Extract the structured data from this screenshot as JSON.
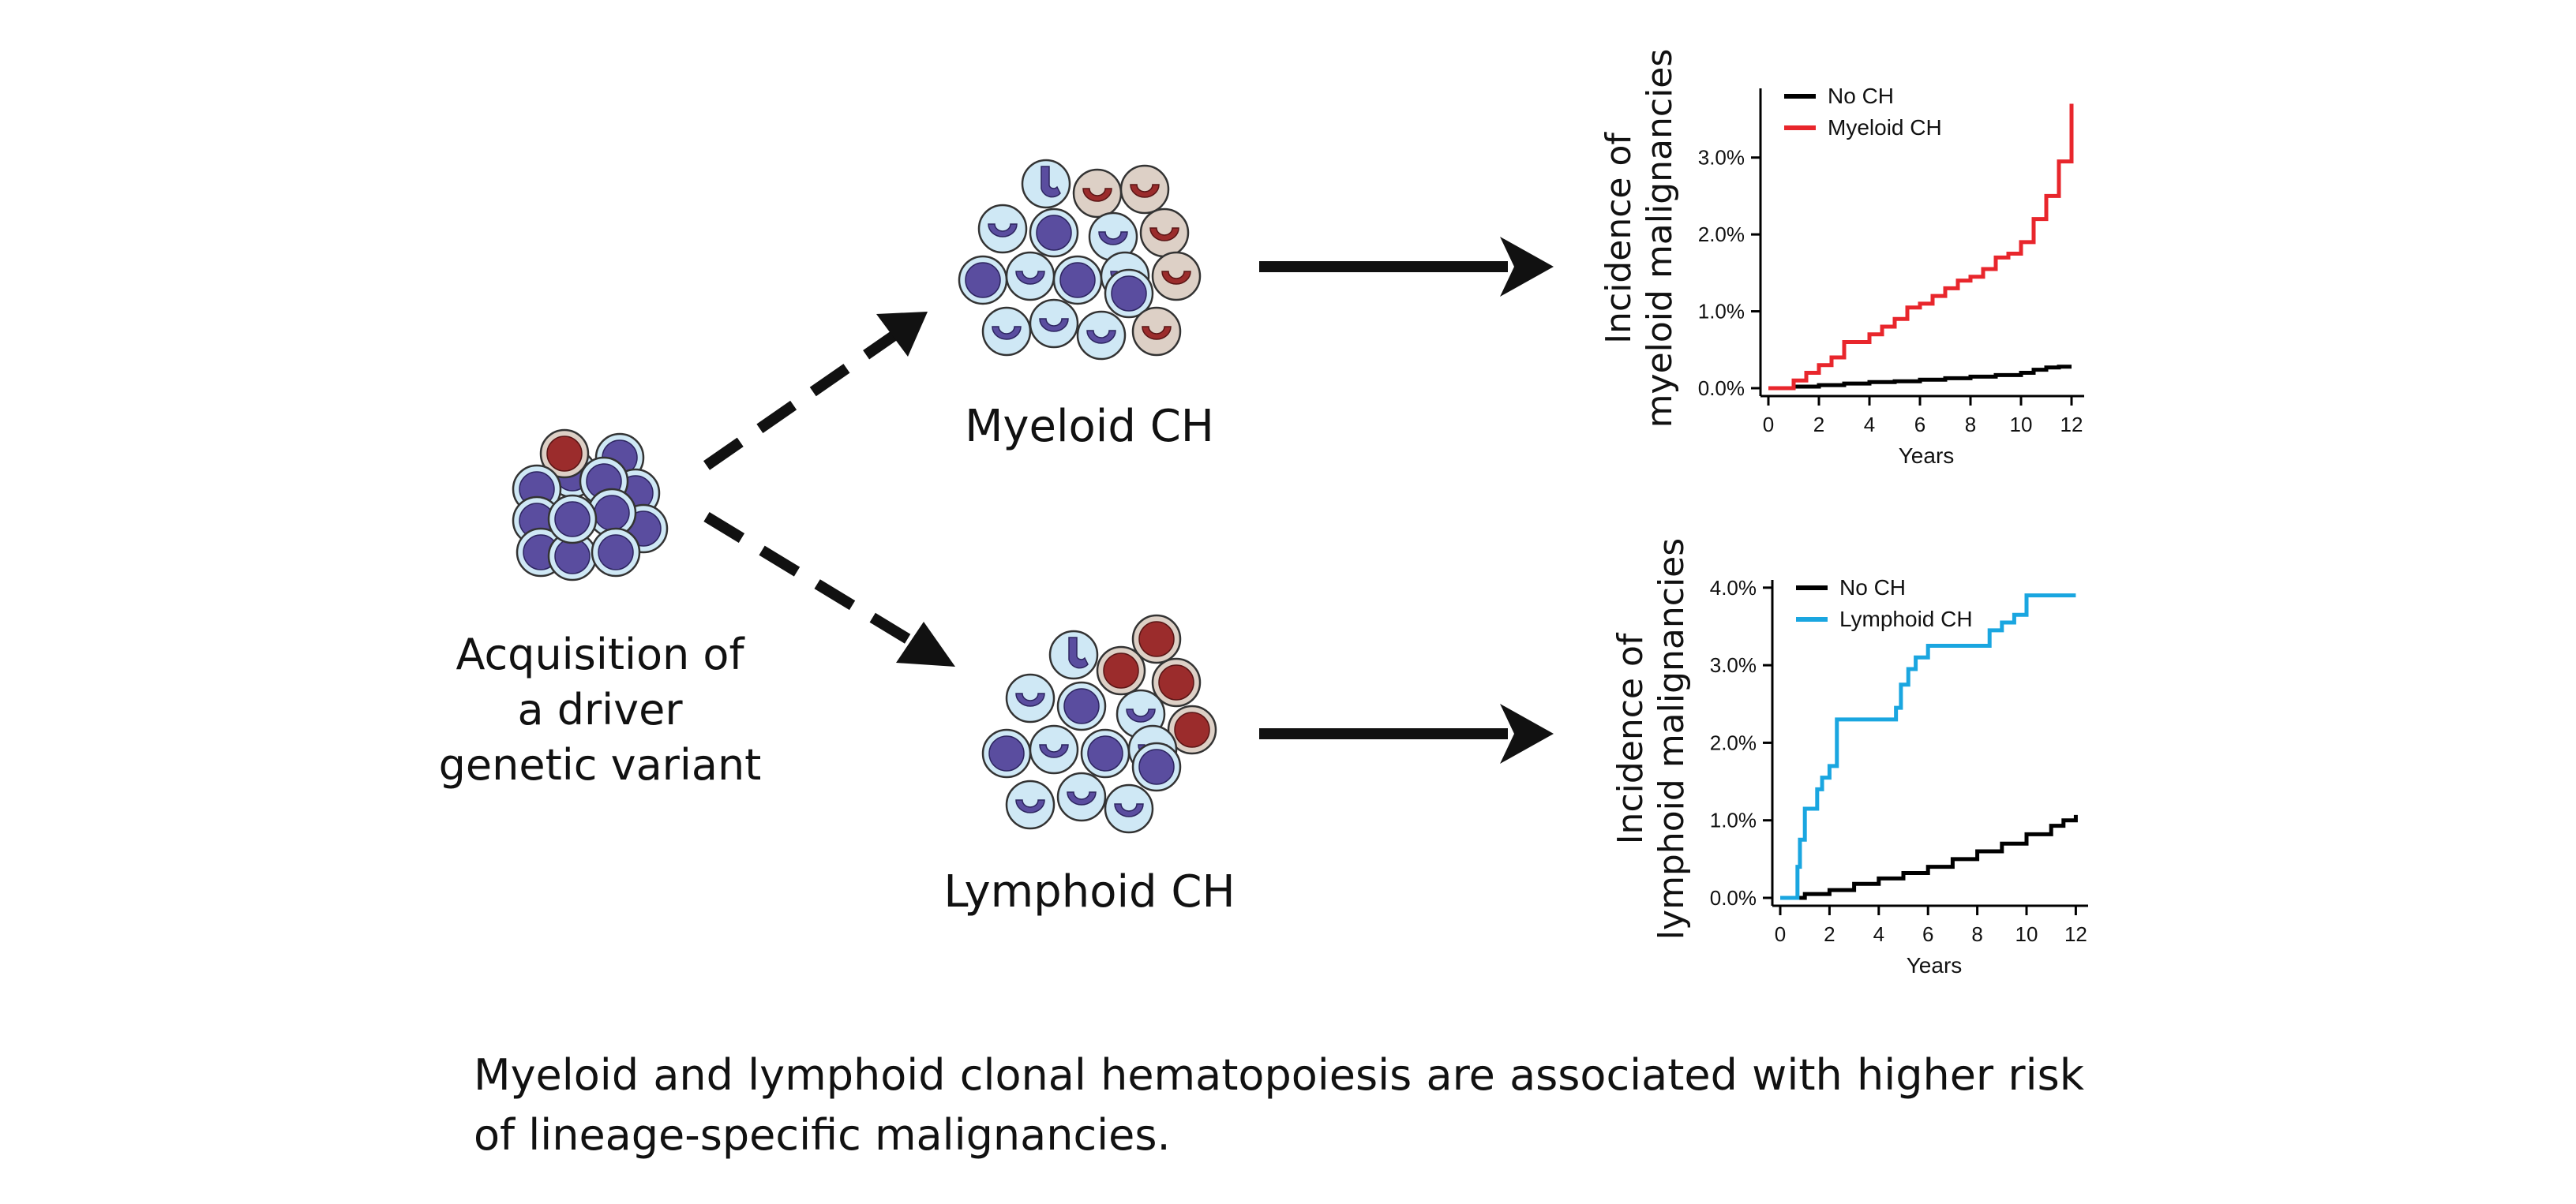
{
  "acquisition_label": [
    "Acquisition of",
    "a driver",
    "genetic variant"
  ],
  "myeloid_label": "Myeloid CH",
  "lymphoid_label": "Lymphoid CH",
  "caption": "Myeloid and lymphoid clonal hematopoiesis are associated with higher risk of lineage-specific malignancies.",
  "colors": {
    "dark_nucleus": "#5a4d9f",
    "light_cell": "#cfe8f5",
    "mutant_cell": "#ddd0c6",
    "mutant_nucleus": "#9b2c2c",
    "myeloid_series": "#e8262c",
    "lymphoid_series": "#1aa6e0",
    "control_series": "#000000"
  },
  "chart_data": [
    {
      "type": "line",
      "xlabel": "Years",
      "ylabel": [
        "Incidence of",
        "myeloid malignancies"
      ],
      "xticks": [
        "0",
        "2",
        "4",
        "6",
        "8",
        "10",
        "12"
      ],
      "yticks": [
        "0.0%",
        "1.0%",
        "2.0%",
        "3.0%"
      ],
      "xlim": [
        0,
        12.5
      ],
      "ylim": [
        0,
        3.9
      ],
      "legend_position": "top-left",
      "series": [
        {
          "name": "No CH",
          "color": "#000000",
          "x": [
            0,
            1,
            2,
            3,
            4,
            5,
            6,
            7,
            8,
            9,
            10,
            10.5,
            11,
            11.5,
            12
          ],
          "y": [
            0,
            0.02,
            0.04,
            0.06,
            0.08,
            0.09,
            0.11,
            0.13,
            0.15,
            0.17,
            0.2,
            0.24,
            0.27,
            0.28,
            0.28
          ]
        },
        {
          "name": "Myeloid CH",
          "color": "#e8262c",
          "x": [
            0,
            0.5,
            1,
            1.5,
            2,
            2.5,
            3,
            3.5,
            4,
            4.5,
            5,
            5.5,
            6,
            6.5,
            7,
            7.5,
            8,
            8.5,
            9,
            9.5,
            10,
            10.5,
            11,
            11.5,
            12
          ],
          "y": [
            0,
            0,
            0.1,
            0.2,
            0.3,
            0.4,
            0.6,
            0.6,
            0.7,
            0.8,
            0.9,
            1.05,
            1.1,
            1.2,
            1.3,
            1.4,
            1.45,
            1.55,
            1.7,
            1.75,
            1.9,
            2.2,
            2.5,
            2.95,
            3.7
          ]
        }
      ]
    },
    {
      "type": "line",
      "xlabel": "Years",
      "ylabel": [
        "Incidence of",
        "lymphoid malignancies"
      ],
      "xticks": [
        "0",
        "2",
        "4",
        "6",
        "8",
        "10",
        "12"
      ],
      "yticks": [
        "0.0%",
        "1.0%",
        "2.0%",
        "3.0%",
        "4.0%"
      ],
      "xlim": [
        0,
        12.5
      ],
      "ylim": [
        0,
        4.1
      ],
      "legend_position": "top-left",
      "series": [
        {
          "name": "No CH",
          "color": "#000000",
          "x": [
            0.5,
            1,
            2,
            3,
            4,
            5,
            6,
            7,
            8,
            9,
            10,
            11,
            11.5,
            12
          ],
          "y": [
            0,
            0.05,
            0.1,
            0.18,
            0.25,
            0.32,
            0.4,
            0.5,
            0.6,
            0.7,
            0.82,
            0.93,
            1.0,
            1.07
          ]
        },
        {
          "name": "Lymphoid CH",
          "color": "#1aa6e0",
          "x": [
            0,
            0.5,
            0.7,
            0.8,
            1.0,
            1.5,
            1.7,
            2.0,
            2.3,
            4.7,
            4.9,
            5.2,
            5.5,
            6.0,
            8.5,
            9.0,
            9.5,
            10.0,
            12.0
          ],
          "y": [
            0,
            0,
            0.4,
            0.75,
            1.15,
            1.4,
            1.55,
            1.7,
            2.3,
            2.45,
            2.75,
            2.95,
            3.1,
            3.25,
            3.45,
            3.55,
            3.65,
            3.9,
            3.9
          ]
        }
      ]
    }
  ]
}
